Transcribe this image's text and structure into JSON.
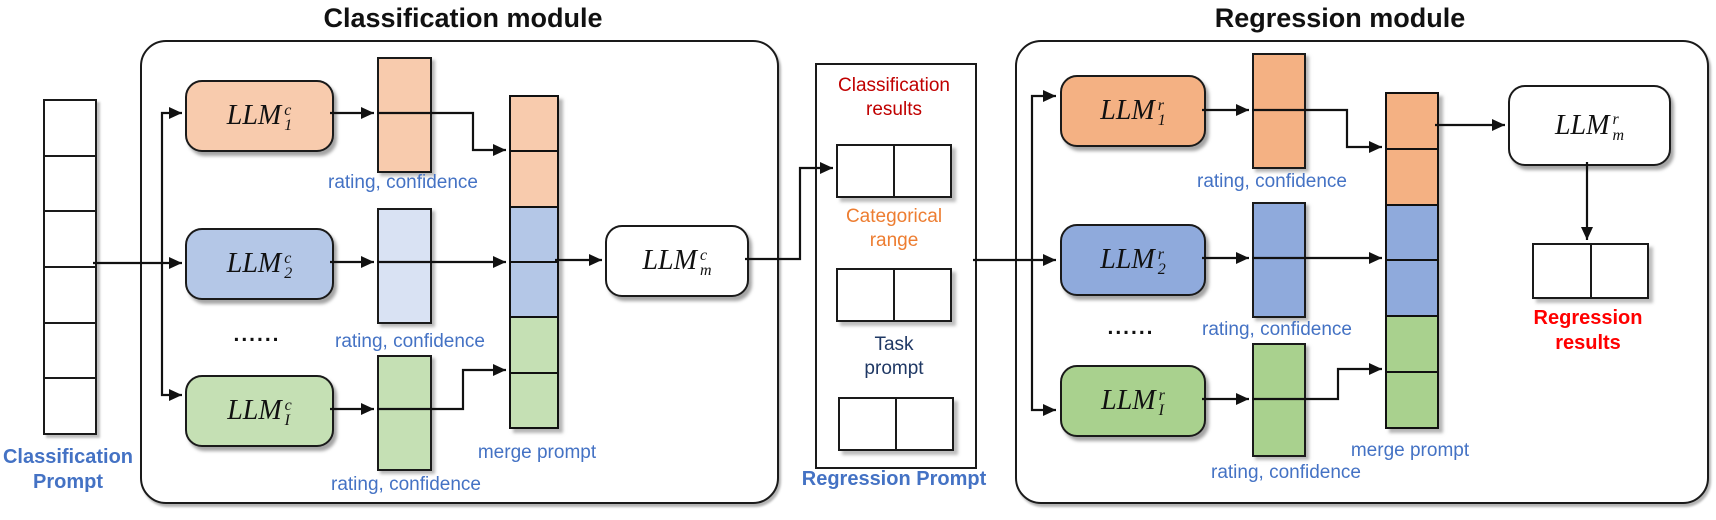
{
  "colors": {
    "label_blue": "#4472C4",
    "cls_orange": "#F8CBAD",
    "cls_blue": "#B4C7E7",
    "cls_blue_light": "#D9E2F3",
    "cls_green": "#C5E0B4",
    "reg_orange": "#F4B183",
    "reg_blue": "#8FAADC",
    "reg_green": "#A9D18E",
    "classification_results_red": "#C00000",
    "regression_results_red": "#FF0000",
    "categorical_orange": "#ED7D31",
    "task_navy": "#1F3864",
    "line_black": "#111111"
  },
  "left_input": {
    "lines": [
      "Classification",
      "Prompt"
    ],
    "cell_count": 6
  },
  "classification_module": {
    "title": "Classification module",
    "dots": "......",
    "llm_1": {
      "base": "LLM",
      "sup": "c",
      "sub": "1"
    },
    "llm_2": {
      "base": "LLM",
      "sup": "c",
      "sub": "2"
    },
    "llm_l": {
      "base": "LLM",
      "sup": "c",
      "sub": "I"
    },
    "llm_merge": {
      "base": "LLM",
      "sup": "c",
      "sub": "m"
    },
    "rating_label_1": "rating, confidence",
    "rating_label_2": "rating, confidence",
    "rating_label_3": "rating, confidence",
    "merge_label": "merge prompt"
  },
  "regression_prompt": {
    "label": "Regression Prompt",
    "sections": [
      {
        "lines": [
          "Classification",
          "results"
        ]
      },
      {
        "lines": [
          "Categorical",
          "range"
        ]
      },
      {
        "lines": [
          "Task",
          "prompt"
        ]
      }
    ]
  },
  "regression_module": {
    "title": "Regression module",
    "dots": "......",
    "llm_1": {
      "base": "LLM",
      "sup": "r",
      "sub": "1"
    },
    "llm_2": {
      "base": "LLM",
      "sup": "r",
      "sub": "2"
    },
    "llm_l": {
      "base": "LLM",
      "sup": "r",
      "sub": "I"
    },
    "llm_merge": {
      "base": "LLM",
      "sup": "r",
      "sub": "m"
    },
    "rating_label_1": "rating, confidence",
    "rating_label_2": "rating, confidence",
    "rating_label_3": "rating, confidence",
    "merge_label": "merge prompt",
    "results_lines": [
      "Regression",
      "results"
    ]
  }
}
